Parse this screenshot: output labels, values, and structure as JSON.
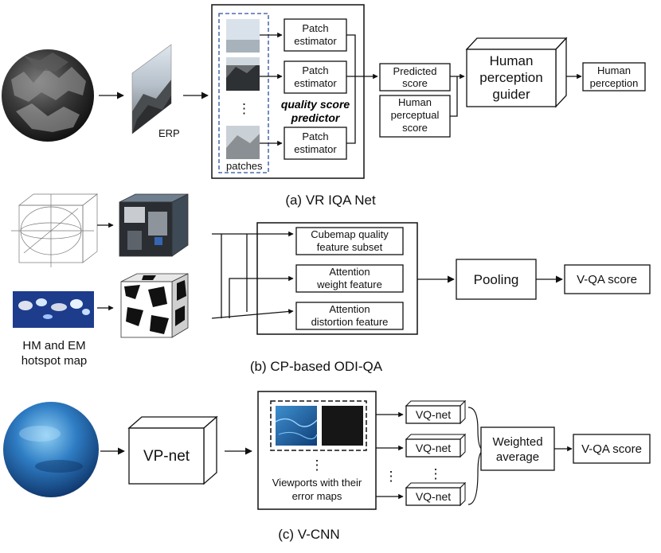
{
  "panel_a": {
    "caption": "(a)  VR IQA Net",
    "erp_label": "ERP",
    "patches_label": "patches",
    "patch_estimator": [
      "Patch",
      "estimator"
    ],
    "dots": "⋮",
    "predictor": [
      "quality score",
      "predictor"
    ],
    "predicted_score": [
      "Predicted",
      "score"
    ],
    "human_score": [
      "Human",
      "perceptual",
      "score"
    ],
    "guider": [
      "Human",
      "perception",
      "guider"
    ],
    "output": [
      "Human",
      "perception"
    ]
  },
  "panel_b": {
    "caption": "(b)  CP-based ODI-QA",
    "hotspot_label": [
      "HM and EM",
      "hotspot map"
    ],
    "cubemap_feature": [
      "Cubemap quality",
      "feature subset"
    ],
    "attention_weight": [
      "Attention",
      "weight feature"
    ],
    "attention_distortion": [
      "Attention",
      "distortion feature"
    ],
    "pooling": "Pooling",
    "score": "V-QA score"
  },
  "panel_c": {
    "caption": "(c)  V-CNN",
    "vpnet": "VP-net",
    "viewports_label": [
      "Viewports with their",
      "error maps"
    ],
    "vqnet": "VQ-net",
    "weighted": [
      "Weighted",
      "average"
    ],
    "score": "V-QA score",
    "dots": "⋮"
  },
  "colors": {
    "line": "#111111",
    "dashed_frame": "#2a4f9c",
    "ocean": "#1d5a98"
  }
}
